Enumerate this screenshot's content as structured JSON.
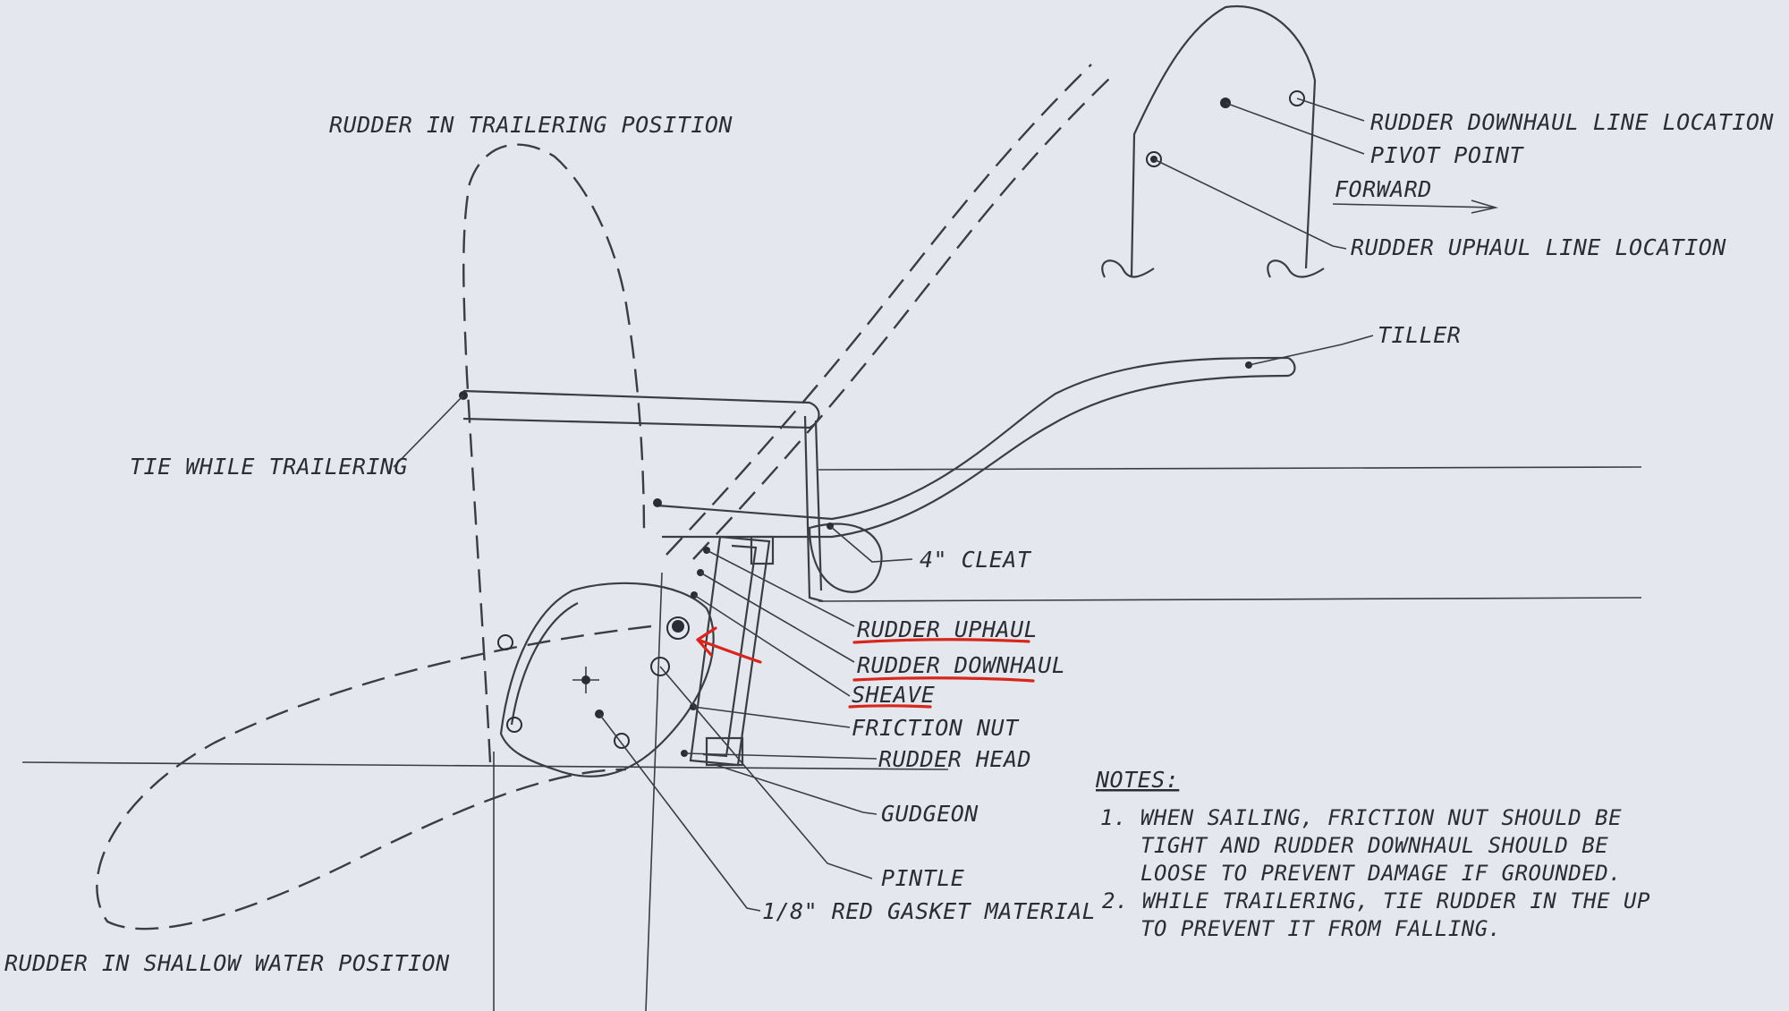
{
  "diagram": {
    "labels": {
      "trailering_position": "RUDDER IN TRAILERING POSITION",
      "shallow_water_position": "RUDDER IN SHALLOW WATER POSITION",
      "tie_while_trailering": "TIE WHILE TRAILERING",
      "cleat": "4\" CLEAT",
      "rudder_uphaul": "RUDDER UPHAUL",
      "rudder_downhaul": "RUDDER DOWNHAUL",
      "sheave": "SHEAVE",
      "friction_nut": "FRICTION NUT",
      "rudder_head": "RUDDER HEAD",
      "gudgeon": "GUDGEON",
      "pintle": "PINTLE",
      "gasket": "1/8\" RED GASKET MATERIAL",
      "tiller": "TILLER",
      "downhaul_line_location": "RUDDER DOWNHAUL LINE LOCATION",
      "pivot_point": "PIVOT POINT",
      "forward": "FORWARD",
      "uphaul_line_location": "RUDDER UPHAUL LINE LOCATION"
    },
    "notes": {
      "heading": "NOTES:",
      "lines": [
        "1. WHEN SAILING, FRICTION NUT SHOULD BE",
        "TIGHT AND RUDDER DOWNHAUL SHOULD BE",
        "LOOSE TO PREVENT DAMAGE IF GROUNDED.",
        "2. WHILE TRAILERING, TIE RUDDER IN THE UP",
        "TO PREVENT IT FROM FALLING."
      ]
    },
    "colors": {
      "paper": "#e4e8ee",
      "ink": "#2a2d35",
      "annotation": "#d8261d"
    }
  }
}
